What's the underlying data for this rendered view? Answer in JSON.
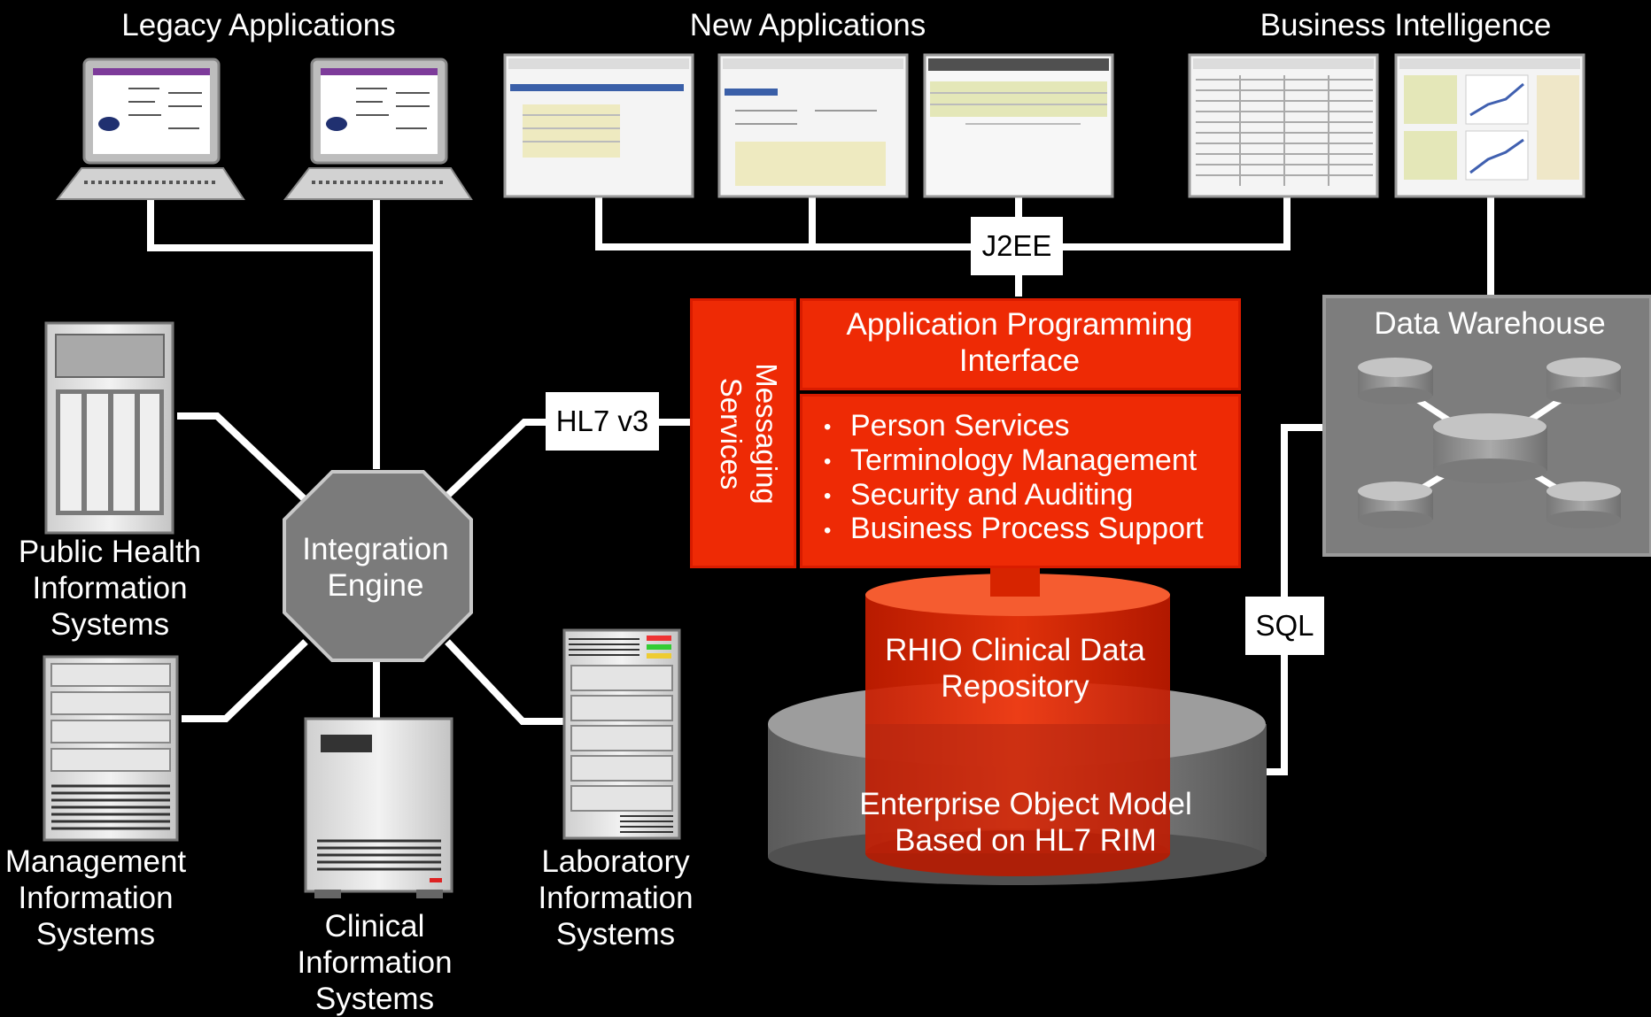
{
  "groups": {
    "legacy_title": "Legacy Applications",
    "new_title": "New Applications",
    "bi_title": "Business Intelligence"
  },
  "protocols": {
    "j2ee": "J2EE",
    "hl7": "HL7 v3",
    "sql": "SQL"
  },
  "core": {
    "api_line1": "Application Programming",
    "api_line2": "Interface",
    "messaging_line1": "Messaging",
    "messaging_line2": "Services",
    "services": [
      "Person Services",
      "Terminology Management",
      "Security and Auditing",
      "Business Process Support"
    ]
  },
  "repository": {
    "line1": "RHIO Clinical Data",
    "line2": "Repository",
    "base_line1": "Enterprise Object Model",
    "base_line2": "Based on HL7 RIM"
  },
  "warehouse": {
    "title": "Data Warehouse"
  },
  "engine": {
    "line1": "Integration",
    "line2": "Engine"
  },
  "systems": {
    "public_health": [
      "Public Health",
      "Information",
      "Systems"
    ],
    "management": [
      "Management",
      "Information",
      "Systems"
    ],
    "clinical": [
      "Clinical",
      "Information",
      "Systems"
    ],
    "laboratory": [
      "Laboratory",
      "Information",
      "Systems"
    ]
  },
  "colors": {
    "accent_red": "#ee2a05",
    "connector": "#ffffff",
    "engine_gray": "#7a7a7a",
    "warehouse_gray": "#7d7d7d",
    "background": "#000000"
  }
}
